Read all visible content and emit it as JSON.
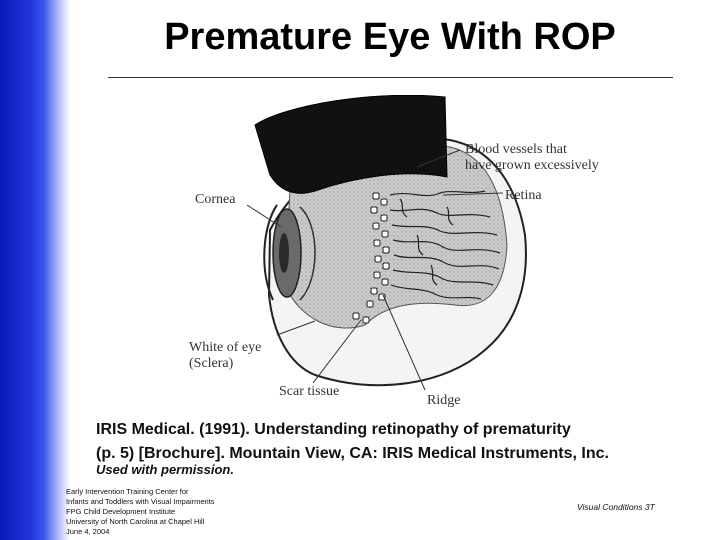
{
  "slide": {
    "title": "Premature Eye With ROP"
  },
  "figure": {
    "labels": {
      "blood_vessels_line1": "Blood vessels that",
      "blood_vessels_line2": "have grown excessively",
      "cornea": "Cornea",
      "retina": "Retina",
      "white_of_eye_line1": "White of eye",
      "white_of_eye_line2": "(Sclera)",
      "scar_tissue": "Scar tissue",
      "ridge": "Ridge"
    }
  },
  "citation": {
    "line1": "IRIS Medical. (1991). Understanding retinopathy of prematurity",
    "line2": "(p. 5) [Brochure]. Mountain View, CA: IRIS Medical Instruments, Inc.",
    "permission": "Used with permission."
  },
  "footer": {
    "org_lines": [
      "Early Intervention Training Center for",
      "Infants and Toddlers with Visual Impairments",
      "FPG Child Development Institute",
      "University of North Carolina at Chapel Hill",
      "June 4, 2004"
    ],
    "slide_ref": "Visual Conditions 3T"
  },
  "colors": {
    "sidebar_dark": "#0a1ab8",
    "sidebar_light": "#8fa0f5"
  }
}
